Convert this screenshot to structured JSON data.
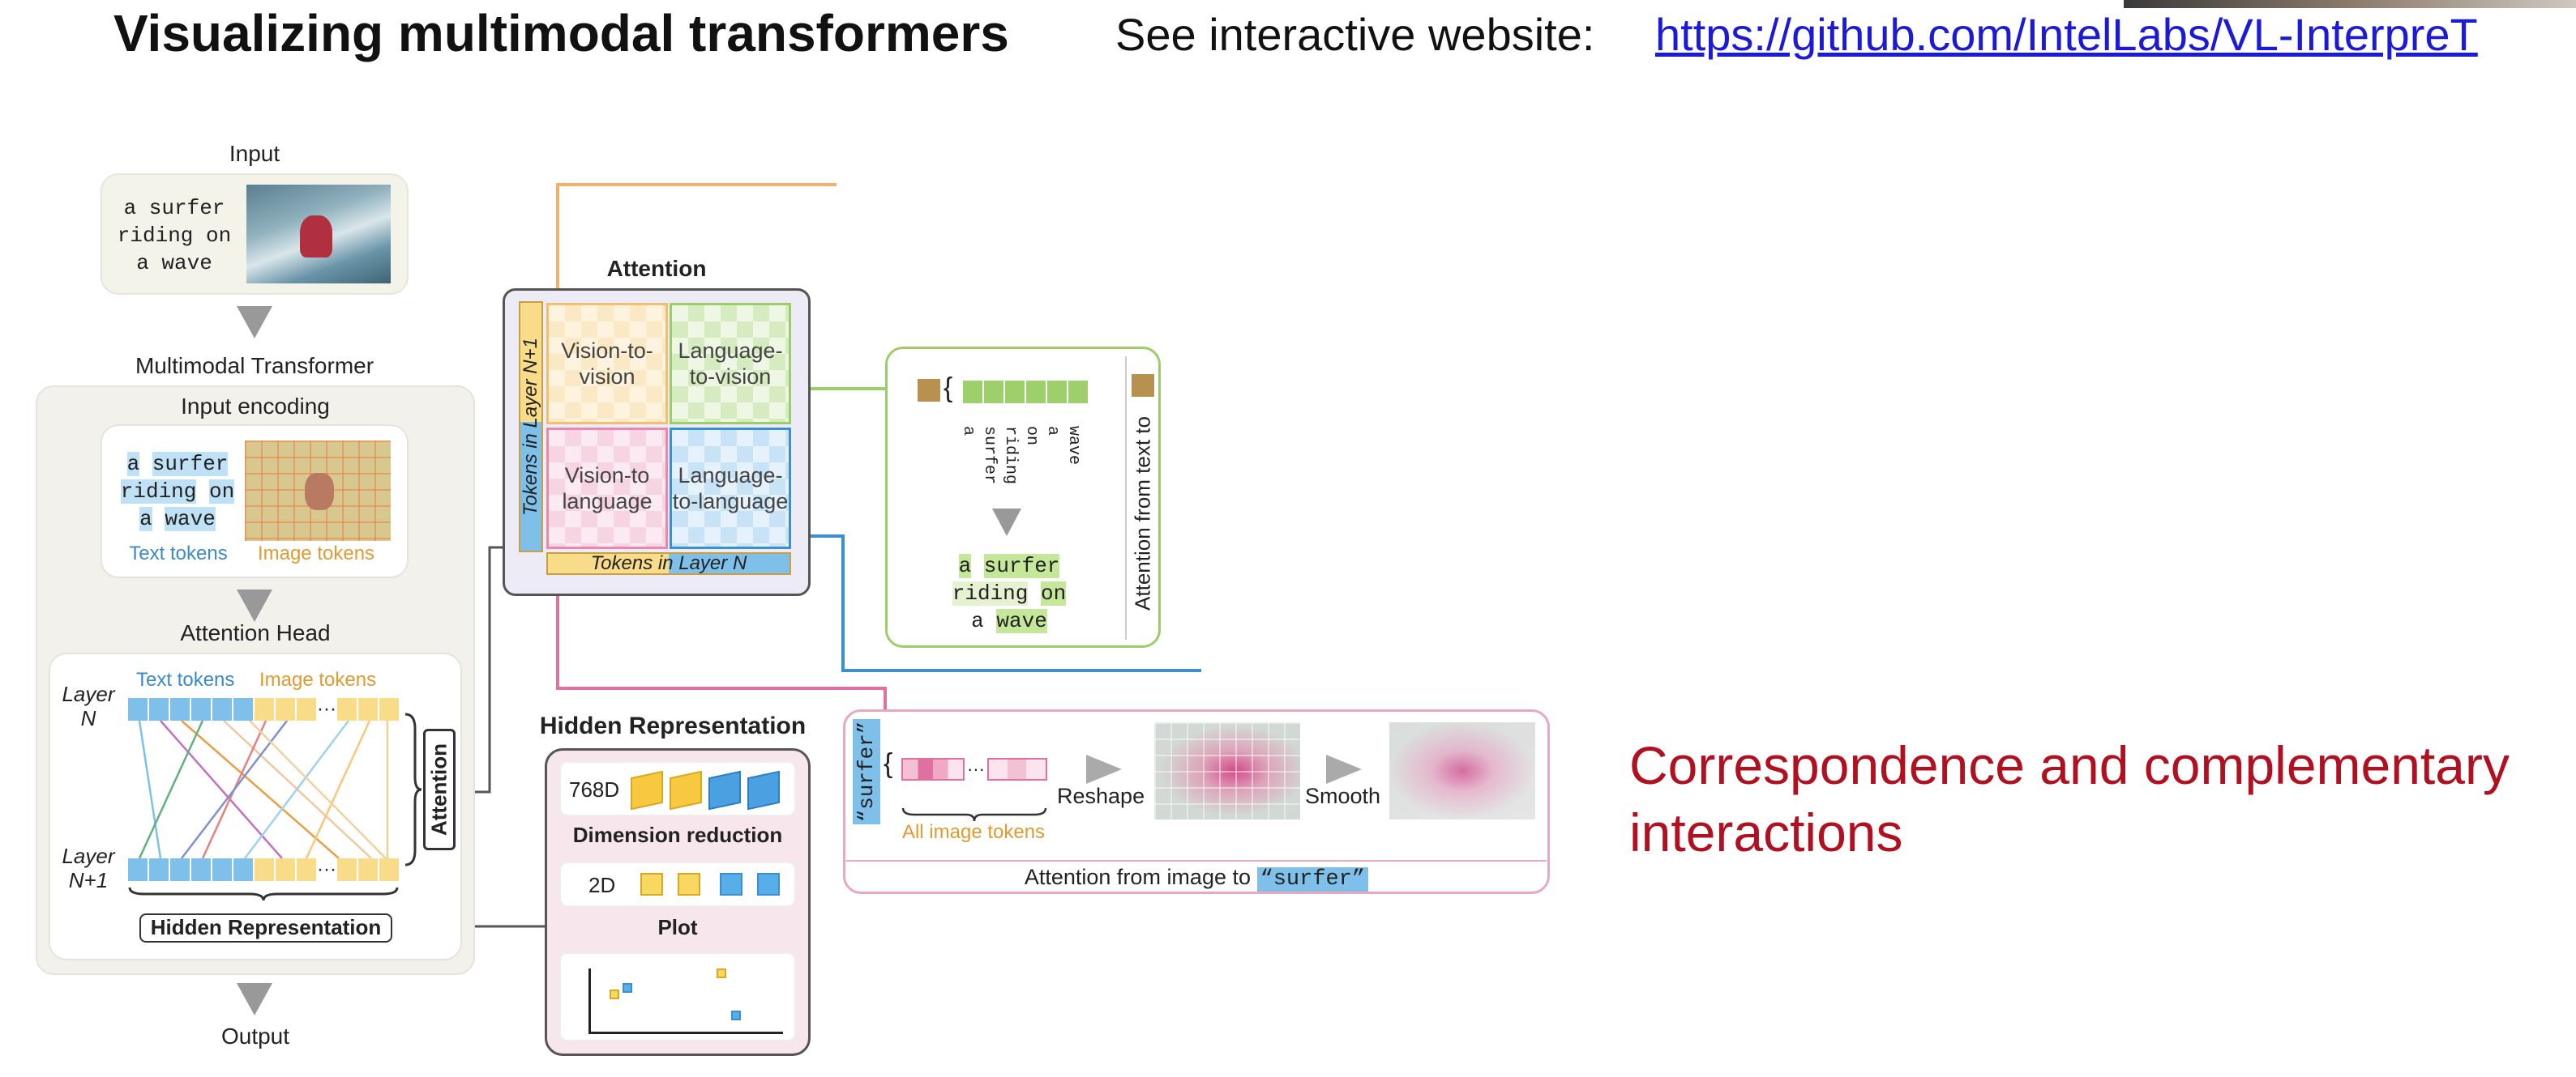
{
  "header": {
    "title": "Visualizing multimodal transformers",
    "see_site": "See interactive website:",
    "link": "https://github.com/IntelLabs/VL-InterpreT"
  },
  "left_panel": {
    "input_label": "Input",
    "input_text": [
      "a surfer",
      "riding on",
      "a wave"
    ],
    "multimodal_transformer": "Multimodal Transformer",
    "input_encoding": "Input encoding",
    "encoded_tokens": [
      [
        "a",
        "surfer"
      ],
      [
        "riding",
        "on"
      ],
      [
        "a",
        "wave"
      ]
    ],
    "text_tokens": "Text tokens",
    "image_tokens": "Image tokens",
    "attention_head": "Attention Head",
    "layer_n": [
      "Layer",
      "N"
    ],
    "layer_n1": [
      "Layer",
      "N+1"
    ],
    "attention": "Attention",
    "hidden_representation": "Hidden Representation",
    "output_label": "Output",
    "dots": "···"
  },
  "attention_panel": {
    "title": "Attention",
    "tokens_n1": "Tokens in Layer N+1",
    "tokens_n": "Tokens in Layer N",
    "v2v": [
      "Vision-to-",
      "vision"
    ],
    "l2v": [
      "Language-",
      "to-vision"
    ],
    "v2l": [
      "Vision-to",
      "language"
    ],
    "l2l": [
      "Language-",
      "to-language"
    ]
  },
  "text_to_image_panel": {
    "brace": "{",
    "words": [
      "a",
      "surfer",
      "riding",
      "on",
      "a",
      "wave"
    ],
    "sentence": [
      [
        "a",
        "surfer"
      ],
      [
        "riding",
        "on"
      ],
      [
        "a",
        "wave"
      ]
    ],
    "side_label": "Attention from text to"
  },
  "hidden_panel": {
    "title": "Hidden Representation",
    "d768": "768D",
    "dim_reduction": "Dimension reduction",
    "d2": "2D",
    "plot": "Plot"
  },
  "image_to_text_panel": {
    "surfer_label": "“surfer”",
    "brace": "{",
    "dots": "···",
    "all_image_tokens": "All image tokens",
    "reshape": "Reshape",
    "smooth": "Smooth",
    "caption_prefix": "Attention from image to",
    "caption_token": "“surfer”"
  },
  "main_heading": [
    "Correspondence and complementary",
    "interactions"
  ],
  "colors": {
    "text_token_blue": "#bfe1f5",
    "image_token_yellow": "#f8dc8a",
    "green": "#8cc850",
    "pink": "#e070a0",
    "heading_red": "#b01020",
    "link_blue": "#1a1ad8"
  }
}
